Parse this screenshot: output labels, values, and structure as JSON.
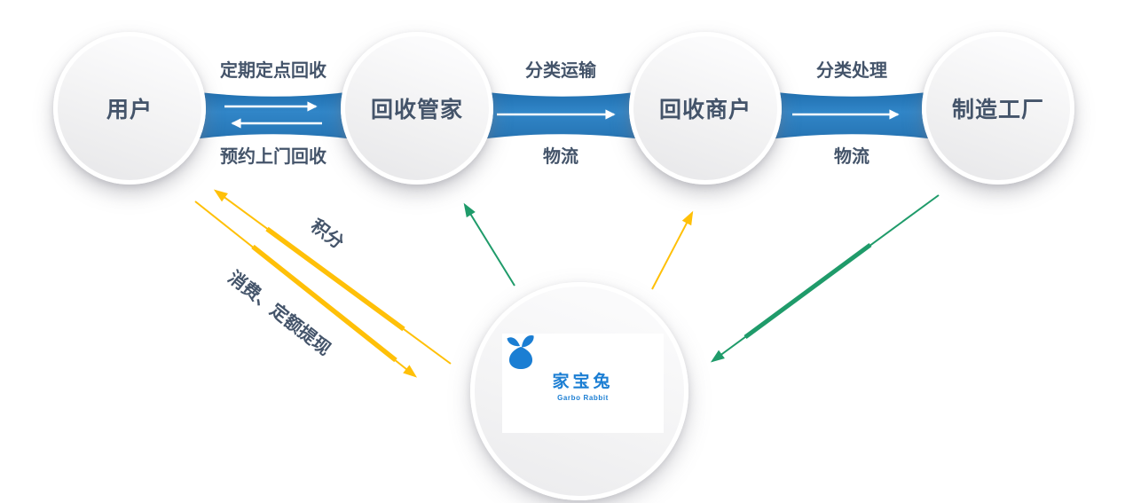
{
  "colors": {
    "label_text": "#44546A",
    "arrow_yellow": "#FFC008",
    "arrow_green": "#1F9B6A",
    "ribbon_blue": "#3186C8",
    "ribbon_blue_dark": "#0F5189",
    "logo_blue": "#1B7ED3",
    "circle_fill": "#F1F1F2"
  },
  "nodes": [
    {
      "id": "user",
      "label": "用户"
    },
    {
      "id": "recycle-butler",
      "label": "回收管家"
    },
    {
      "id": "recycle-merchant",
      "label": "回收商户"
    },
    {
      "id": "factory",
      "label": "制造工厂"
    }
  ],
  "connectors": [
    {
      "top_label": "定期定点回收",
      "bottom_label": "预约上门回收",
      "direction": "both"
    },
    {
      "top_label": "分类运输",
      "bottom_label": "物流",
      "direction": "right"
    },
    {
      "top_label": "分类处理",
      "bottom_label": "物流",
      "direction": "right"
    }
  ],
  "platform": {
    "name": "家宝兔",
    "subtitle": "Garbo Rabbit"
  },
  "flows": [
    {
      "label": "积分",
      "color": "yellow",
      "from": "platform",
      "to": "user"
    },
    {
      "label": "消费、定额提现",
      "color": "yellow",
      "from": "user",
      "to": "platform"
    },
    {
      "label": "",
      "color": "green",
      "from": "platform",
      "to": "recycle-butler"
    },
    {
      "label": "",
      "color": "yellow",
      "from": "platform",
      "to": "recycle-merchant"
    },
    {
      "label": "",
      "color": "green",
      "from": "factory",
      "to": "platform"
    }
  ]
}
